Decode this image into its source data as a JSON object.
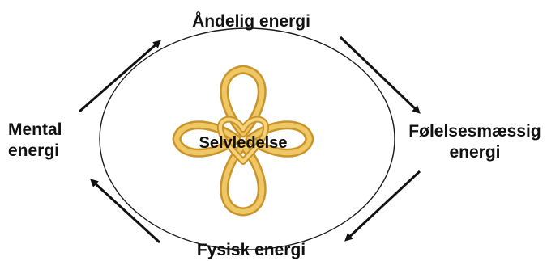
{
  "labels": {
    "top": "Åndelig energi",
    "bottom": "Fysisk energi",
    "left_line1": "Mental",
    "left_line2": "energi",
    "right_line1": "Følelsesmæssig",
    "right_line2": "energi",
    "center": "Selvledelse"
  },
  "colors": {
    "ribbon": "#E8B84A",
    "ribbon_dark": "#C9952B",
    "ellipse": "#1a1a1a",
    "arrow": "#111111",
    "text": "#111111"
  },
  "icons": {
    "center_symbol": "golden-quatrefoil-knot-icon"
  }
}
